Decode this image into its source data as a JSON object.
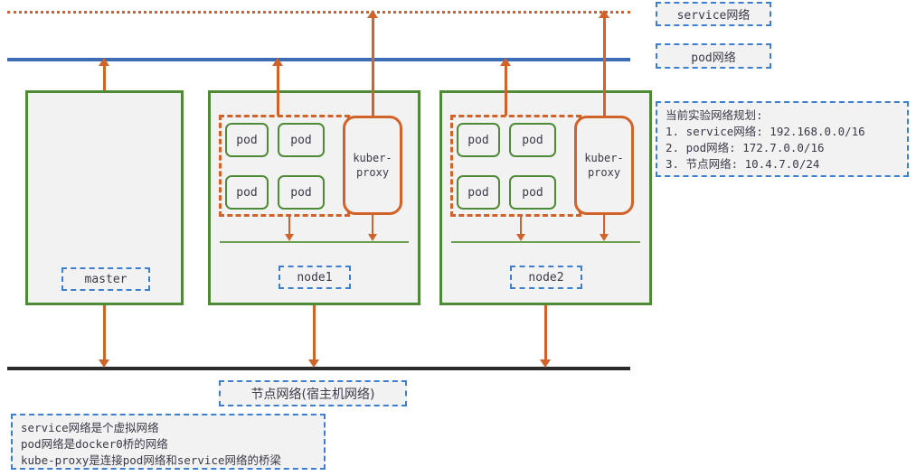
{
  "diagram": {
    "title": "Kubernetes network layers diagram",
    "colors": {
      "service_network_line": "#d1632a",
      "pod_network_line": "#3c6cb4",
      "node_network_line": "#2b2b2b",
      "host_border": "#4f8a36",
      "proxy_border": "#d1632a",
      "caption_border": "#3c7fd0",
      "box_fill": "#f2f2f2"
    }
  },
  "network_layers": {
    "service": {
      "label": "service网络",
      "line_style": "dotted"
    },
    "pod": {
      "label": "pod网络",
      "line_style": "solid"
    },
    "node": {
      "label": "节点网络(宿主机网络)",
      "line_style": "solid"
    }
  },
  "hosts": [
    {
      "id": "master",
      "label": "master",
      "pods": [],
      "proxy": null
    },
    {
      "id": "node1",
      "label": "node1",
      "pods": [
        "pod",
        "pod",
        "pod",
        "pod"
      ],
      "proxy": {
        "line1": "kuber-",
        "line2": "proxy"
      }
    },
    {
      "id": "node2",
      "label": "node2",
      "pods": [
        "pod",
        "pod",
        "pod",
        "pod"
      ],
      "proxy": {
        "line1": "kuber-",
        "line2": "proxy"
      }
    }
  ],
  "plan_note": {
    "heading": "当前实验网络规划:",
    "lines": [
      "1. service网络: 192.168.0.0/16",
      "2. pod网络: 172.7.0.0/16",
      "3. 节点网络: 10.4.7.0/24"
    ]
  },
  "summary_note": {
    "lines": [
      "service网络是个虚拟网络",
      "pod网络是docker0桥的网络",
      "kube-proxy是连接pod网络和service网络的桥梁"
    ]
  }
}
